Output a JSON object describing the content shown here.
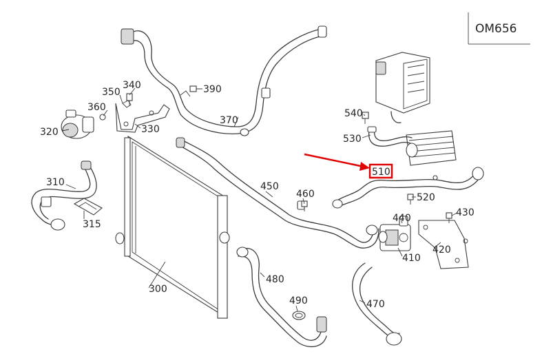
{
  "engine_code": "OM656",
  "highlight_color": "#e00000",
  "highlighted_part": "510",
  "parts": [
    {
      "id": "p300",
      "label": "300"
    },
    {
      "id": "p310",
      "label": "310"
    },
    {
      "id": "p315",
      "label": "315"
    },
    {
      "id": "p320",
      "label": "320"
    },
    {
      "id": "p330",
      "label": "330"
    },
    {
      "id": "p340",
      "label": "340"
    },
    {
      "id": "p350",
      "label": "350"
    },
    {
      "id": "p360",
      "label": "360"
    },
    {
      "id": "p370",
      "label": "370"
    },
    {
      "id": "p390",
      "label": "390"
    },
    {
      "id": "p410",
      "label": "410"
    },
    {
      "id": "p420",
      "label": "420"
    },
    {
      "id": "p430",
      "label": "430"
    },
    {
      "id": "p440",
      "label": "440"
    },
    {
      "id": "p450",
      "label": "450"
    },
    {
      "id": "p460",
      "label": "460"
    },
    {
      "id": "p470",
      "label": "470"
    },
    {
      "id": "p480",
      "label": "480"
    },
    {
      "id": "p490",
      "label": "490"
    },
    {
      "id": "p510",
      "label": "510"
    },
    {
      "id": "p520",
      "label": "520"
    },
    {
      "id": "p530",
      "label": "530"
    },
    {
      "id": "p540",
      "label": "540"
    }
  ]
}
